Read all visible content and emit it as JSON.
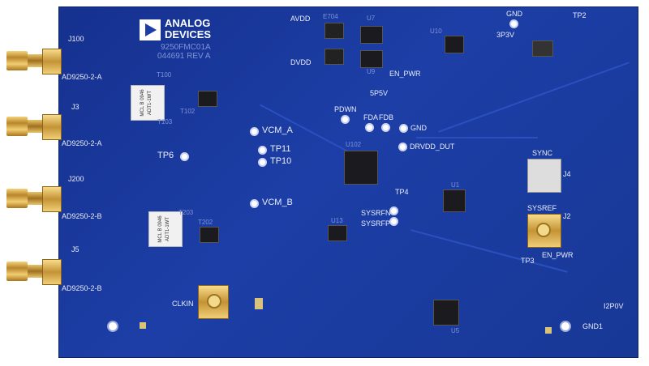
{
  "board": {
    "logo": {
      "line1": "ANALOG",
      "line2": "DEVICES"
    },
    "part_number": "9250FMC01A",
    "revision": "044691 REV A",
    "colors": {
      "solder_mask": "#1c3ea6",
      "gold": "#d4a84a",
      "silkscreen": "#e9eefc"
    }
  },
  "connectors": {
    "j100": {
      "ref": "J100",
      "name": "AD9250-2-A"
    },
    "j3": {
      "ref": "J3",
      "name": "AD9250-2-A"
    },
    "j200": {
      "ref": "J200",
      "name": "AD9250-2-B"
    },
    "j5": {
      "ref": "J5",
      "name": "AD9250-2-B"
    },
    "clkin": "CLKIN",
    "sync": "SYNC",
    "sysref": "SYSREF",
    "j4": "J4",
    "j2": "J2"
  },
  "test_points": {
    "vcm_a": "VCM_A",
    "vcm_b": "VCM_B",
    "tp11": "TP11",
    "tp10": "TP10",
    "tp6": "TP6",
    "pdwn": "PDWN",
    "fda": "FDA",
    "fdb": "FDB",
    "gnd": "GND",
    "drvdd_dut": "DRVDD_DUT",
    "sysrfn": "SYSRFN",
    "sysrfp": "SYSRFP",
    "tp2": "TP2",
    "tp3": "TP3",
    "tp4": "TP4",
    "gnd_top": "GND",
    "gnd1": "GND1",
    "i2p0v": "I2P0V"
  },
  "power": {
    "avdd": "AVDD",
    "dvdd": "DVDD",
    "en_pwr": "EN_PWR",
    "p3v3": "3P3V",
    "p5v5": "5P5V",
    "en_pwr2": "EN_PWR"
  },
  "components": {
    "u102": "U102",
    "u1": "U1",
    "u13": "U13",
    "u7": "U7",
    "u9": "U9",
    "u10": "U10",
    "u5": "U5",
    "t100": "T100",
    "t102": "T102",
    "t103": "T103",
    "t203": "T203",
    "t202": "T202",
    "e704": "E704",
    "xfmr_label": "MCL B 0946 ADT1-1WT"
  }
}
